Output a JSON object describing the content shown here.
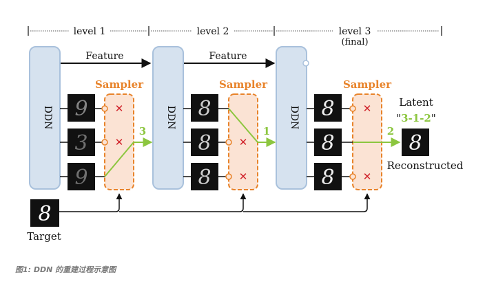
{
  "levels": [
    "level 1",
    "level 2",
    "level 3"
  ],
  "final_note": "(final)",
  "ddn_label": "DDN",
  "feature_label": "Feature",
  "sampler_label": "Sampler",
  "selections": [
    "3",
    "1",
    "2"
  ],
  "latent_label": "Latent",
  "latent_code": "3-1-2",
  "reconstructed_label": "Reconstructed",
  "target_label": "Target",
  "caption": "图1: DDN 的重建过程示意图",
  "colors": {
    "ddn_fill": "#d6e2ef",
    "ddn_stroke": "#a9c1dc",
    "sampler_fill": "#fbe3d4",
    "sampler_stroke": "#e8832a",
    "sampler_text": "#e8832a",
    "select_green": "#8cc63f",
    "reject_red": "#d0222a",
    "line": "#111111",
    "caption": "#7a7a7a"
  },
  "icons": {
    "reject": "x-mark-icon",
    "connector": "open-circle-icon"
  }
}
